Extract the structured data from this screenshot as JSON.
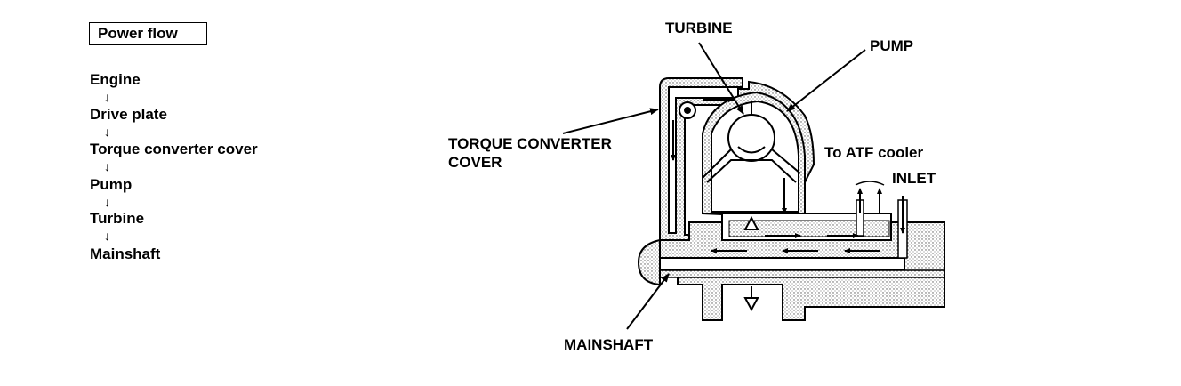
{
  "power_flow": {
    "title": "Power flow",
    "steps": [
      "Engine",
      "Drive plate",
      "Torque converter cover",
      "Pump",
      "Turbine",
      "Mainshaft"
    ],
    "arrow": "↓"
  },
  "callouts": {
    "turbine": "TURBINE",
    "pump": "PUMP",
    "cover_line1": "TORQUE CONVERTER",
    "cover_line2": "COVER",
    "atf_cooler": "To ATF cooler",
    "inlet": "INLET",
    "mainshaft": "MAINSHAFT"
  }
}
